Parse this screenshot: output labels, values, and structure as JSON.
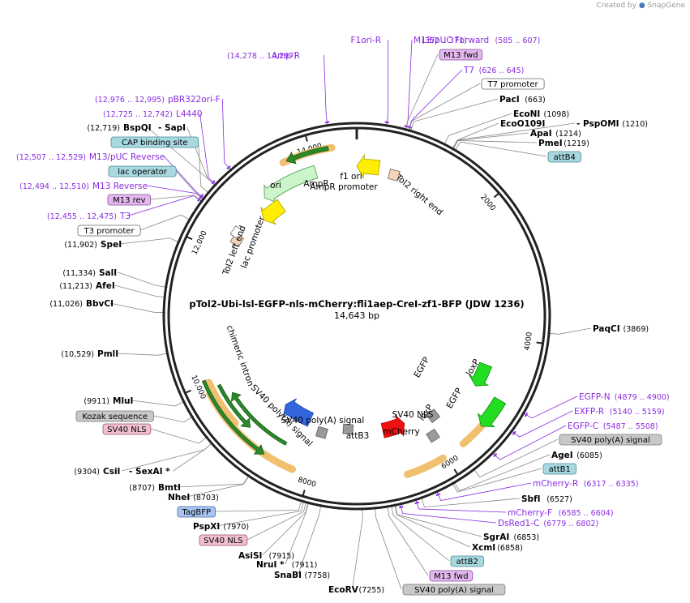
{
  "credit": {
    "prefix": "Created by",
    "brand": "SnapGene"
  },
  "plasmid": {
    "name": "pTol2-Ubi-lsl-EGFP-nls-mCherry:fli1aep-CreI-zf1-BFP (JDW 1236)",
    "length_label": "14,643 bp"
  },
  "ruler": [
    {
      "pos": 14643,
      "label": ""
    },
    {
      "pos": 2000,
      "label": "2000"
    },
    {
      "pos": 4000,
      "label": "4000"
    },
    {
      "pos": 6000,
      "label": "6000"
    },
    {
      "pos": 8000,
      "label": "8000"
    },
    {
      "pos": 10000,
      "label": "10,000"
    },
    {
      "pos": 12000,
      "label": "12,000"
    },
    {
      "pos": 14000,
      "label": "14,000"
    }
  ],
  "features": [
    {
      "label": "Amp-R",
      "pos": "(14,278 .. 14,297)",
      "kind": "primer"
    },
    {
      "label": "F1ori-R",
      "pos": "(352 .. 371)",
      "kind": "primer"
    },
    {
      "label": "M13/pUC Forward",
      "pos": "(585 .. 607)",
      "kind": "primer"
    },
    {
      "label": "M13 fwd",
      "pos": "",
      "kind": "purple"
    },
    {
      "label": "T7",
      "pos": "(626 .. 645)",
      "kind": "primer"
    },
    {
      "label": "T7 promoter",
      "pos": "",
      "kind": "white"
    },
    {
      "label": "PacI",
      "pos": "(663)",
      "kind": "site"
    },
    {
      "label": "EcoNI",
      "pos": "(1098)",
      "kind": "site"
    },
    {
      "label": "EcoO109I",
      "pos": "",
      "kind": "site"
    },
    {
      "label": "- PspOMI",
      "pos": "(1210)",
      "kind": "site"
    },
    {
      "label": "ApaI",
      "pos": "(1214)",
      "kind": "site"
    },
    {
      "label": "PmeI",
      "pos": "(1219)",
      "kind": "site"
    },
    {
      "label": "attB4",
      "pos": "",
      "kind": "teal"
    },
    {
      "label": "PaqCI",
      "pos": "(3869)",
      "kind": "site"
    },
    {
      "label": "EGFP-N",
      "pos": "(4879 .. 4900)",
      "kind": "primer"
    },
    {
      "label": "EXFP-R",
      "pos": "(5140 .. 5159)",
      "kind": "primer"
    },
    {
      "label": "EGFP-C",
      "pos": "(5487 .. 5508)",
      "kind": "primer"
    },
    {
      "label": "SV40 poly(A) signal",
      "pos": "",
      "kind": "gray"
    },
    {
      "label": "AgeI",
      "pos": "(6085)",
      "kind": "site"
    },
    {
      "label": "attB1",
      "pos": "",
      "kind": "teal"
    },
    {
      "label": "mCherry-R",
      "pos": "(6317 .. 6335)",
      "kind": "primer"
    },
    {
      "label": "SbfI",
      "pos": "(6527)",
      "kind": "site"
    },
    {
      "label": "mCherry-F",
      "pos": "(6585 .. 6604)",
      "kind": "primer"
    },
    {
      "label": "DsRed1-C",
      "pos": "(6779 .. 6802)",
      "kind": "primer"
    },
    {
      "label": "SgrAI",
      "pos": "(6853)",
      "kind": "site"
    },
    {
      "label": "XcmI",
      "pos": "(6858)",
      "kind": "site"
    },
    {
      "label": "attB2",
      "pos": "",
      "kind": "teal"
    },
    {
      "label": "M13 fwd",
      "pos": "",
      "kind": "purple"
    },
    {
      "label": "SV40 poly(A) signal",
      "pos": "",
      "kind": "gray"
    },
    {
      "label": "EcoRV",
      "pos": "(7255)",
      "kind": "site"
    },
    {
      "label": "SnaBI",
      "pos": "(7758)",
      "kind": "site"
    },
    {
      "label": "NruI *",
      "pos": "(7911)",
      "kind": "site"
    },
    {
      "label": "AsiSI",
      "pos": "(7915)",
      "kind": "site"
    },
    {
      "label": "SV40 NLS",
      "pos": "",
      "kind": "pink"
    },
    {
      "label": "PspXI",
      "pos": "(7970)",
      "kind": "site"
    },
    {
      "label": "TagBFP",
      "pos": "",
      "kind": "blue"
    },
    {
      "label": "NheI",
      "pos": "(8703)",
      "kind": "site"
    },
    {
      "label": "BmtI",
      "pos": "(8707)",
      "kind": "site"
    },
    {
      "label": "CsiI",
      "pos": "(9304)",
      "kind": "site"
    },
    {
      "label": "- SexAI *",
      "pos": "",
      "kind": "site"
    },
    {
      "label": "SV40 NLS",
      "pos": "",
      "kind": "pink"
    },
    {
      "label": "Kozak sequence",
      "pos": "",
      "kind": "gray"
    },
    {
      "label": "MluI",
      "pos": "(9911)",
      "kind": "site"
    },
    {
      "label": "PmlI",
      "pos": "(10,529)",
      "kind": "site"
    },
    {
      "label": "BbvCI",
      "pos": "(11,026)",
      "kind": "site"
    },
    {
      "label": "AfeI",
      "pos": "(11,213)",
      "kind": "site"
    },
    {
      "label": "SalI",
      "pos": "(11,334)",
      "kind": "site"
    },
    {
      "label": "SpeI",
      "pos": "(11,902)",
      "kind": "site"
    },
    {
      "label": "T3 promoter",
      "pos": "",
      "kind": "white"
    },
    {
      "label": "T3",
      "pos": "(12,455 .. 12,475)",
      "kind": "primer"
    },
    {
      "label": "M13 rev",
      "pos": "",
      "kind": "purple"
    },
    {
      "label": "M13 Reverse",
      "pos": "(12,494 .. 12,510)",
      "kind": "primer"
    },
    {
      "label": "lac operator",
      "pos": "",
      "kind": "teal"
    },
    {
      "label": "M13/pUC Reverse",
      "pos": "(12,507 .. 12,529)",
      "kind": "primer"
    },
    {
      "label": "CAP binding site",
      "pos": "",
      "kind": "teal"
    },
    {
      "label": "BspQI",
      "pos": "(12,719)",
      "kind": "site"
    },
    {
      "label": "- SapI",
      "pos": "",
      "kind": "site"
    },
    {
      "label": "L4440",
      "pos": "(12,725 .. 12,742)",
      "kind": "primer"
    },
    {
      "label": "pBR322ori-F",
      "pos": "(12,976 .. 12,995)",
      "kind": "primer"
    }
  ],
  "inner_labels": [
    {
      "label": "Tol2 right end"
    },
    {
      "label": "f1 ori"
    },
    {
      "label": "AmpR promoter"
    },
    {
      "label": "AmpR"
    },
    {
      "label": "ori"
    },
    {
      "label": "Tol2 left end"
    },
    {
      "label": "lac promoter"
    },
    {
      "label": "chimeric intron"
    },
    {
      "label": "SV40 poly(A) signal"
    },
    {
      "label": "SV40 poly(A) signal"
    },
    {
      "label": "attB3"
    },
    {
      "label": "SV40 NLS"
    },
    {
      "label": "mCherry"
    },
    {
      "label": "loxP"
    },
    {
      "label": "EGFP"
    },
    {
      "label": "EGFP"
    },
    {
      "label": "loxP"
    }
  ],
  "colors": {
    "primer": "#8a2be2",
    "backbone": "#222222",
    "egfp": "#22dd22",
    "mcherry": "#ee1111",
    "bfp": "#3366dd",
    "yellow": "#ffee00",
    "pale_green": "#ccf5cc",
    "orange_halo": "#f0c070"
  }
}
